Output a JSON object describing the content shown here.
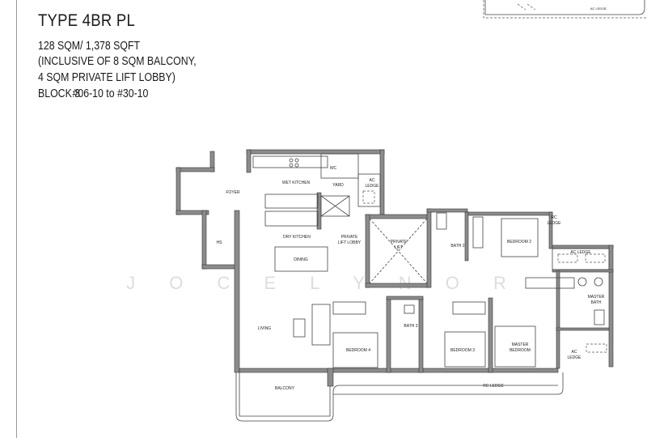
{
  "header": {
    "title": "TYPE 4BR PL",
    "area": "128 SQM/ 1,378 SQFT",
    "inclusive_line1": "(INCLUSIVE OF 8 SQM BALCONY,",
    "inclusive_line2": "4 SQM PRIVATE LIFT LOBBY)",
    "block": "BLOCK 3",
    "units": "#06-10 to #30-10"
  },
  "key_plan": {
    "label": "AC LEDGE"
  },
  "watermark": "J O C E L Y N O R",
  "rooms": {
    "foyer": "FOYER",
    "wet_kitchen": "WET KITCHEN",
    "yard": "YARD",
    "wc": "WC",
    "ac_ledge_1a": "AC",
    "ac_ledge_1b": "LEDGE",
    "hs": "HS",
    "dry_kitchen": "DRY KITCHEN",
    "lift_lobby_a": "PRIVATE",
    "lift_lobby_b": "LIFT LOBBY",
    "private_lift_a": "PRIVATE",
    "private_lift_b": "LIFT",
    "dining": "DINING",
    "bath2": "BATH 2",
    "bedroom2": "BEDROOM 2",
    "rc_ledge_1a": "RC",
    "rc_ledge_1b": "LEDGE",
    "ac_ledge_2": "AC LEDGE",
    "master_bath_a": "MASTER",
    "master_bath_b": "BATH",
    "living": "LIVING",
    "bedroom4": "BEDROOM 4",
    "bath3": "BATH 3",
    "bedroom3": "BEDROOM 3",
    "master_bedroom_a": "MASTER",
    "master_bedroom_b": "BEDROOM",
    "ac_ledge_3a": "AC",
    "ac_ledge_3b": "LEDGE",
    "rc_ledge_2": "RC LEDGE",
    "balcony": "BALCONY"
  }
}
